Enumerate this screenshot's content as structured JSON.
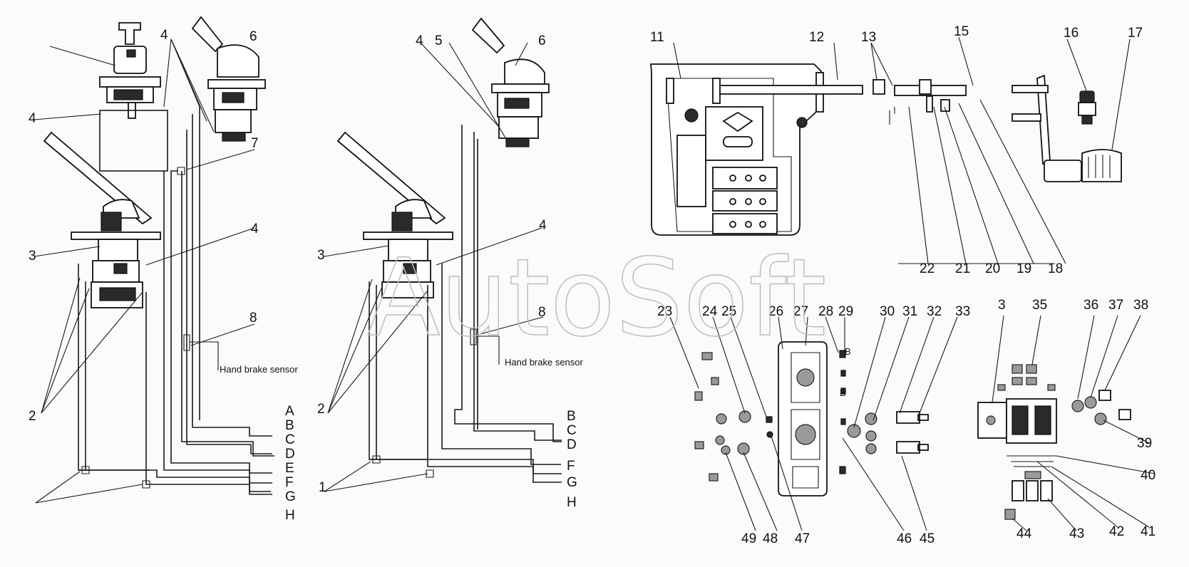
{
  "watermark": "AutoSoft",
  "left_diagram": {
    "callouts": [
      "4",
      "4",
      "6",
      "7",
      "3",
      "4",
      "2",
      "8"
    ],
    "sensor_note": "Hand brake sensor",
    "port_letters": [
      "A",
      "B",
      "C",
      "D",
      "E",
      "F",
      "G",
      "H"
    ]
  },
  "middle_diagram": {
    "callouts": [
      "4",
      "5",
      "6",
      "3",
      "4",
      "2",
      "1",
      "8"
    ],
    "sensor_note": "Hand brake sensor",
    "port_letters": [
      "B",
      "C",
      "D",
      "F",
      "G",
      "H"
    ]
  },
  "pedal_assembly": {
    "callouts": [
      "11",
      "12",
      "13",
      "15",
      "16",
      "17",
      "22",
      "21",
      "20",
      "19",
      "18"
    ]
  },
  "valve_exploded": {
    "callouts": [
      "23",
      "24",
      "25",
      "26",
      "27",
      "28",
      "29",
      "30",
      "31",
      "32",
      "33",
      "49",
      "48",
      "47",
      "46",
      "45"
    ],
    "small_marks": [
      "B",
      "B"
    ]
  },
  "switch_exploded": {
    "callouts": [
      "3",
      "35",
      "36",
      "37",
      "38",
      "39",
      "40",
      "41",
      "42",
      "43",
      "44"
    ]
  }
}
